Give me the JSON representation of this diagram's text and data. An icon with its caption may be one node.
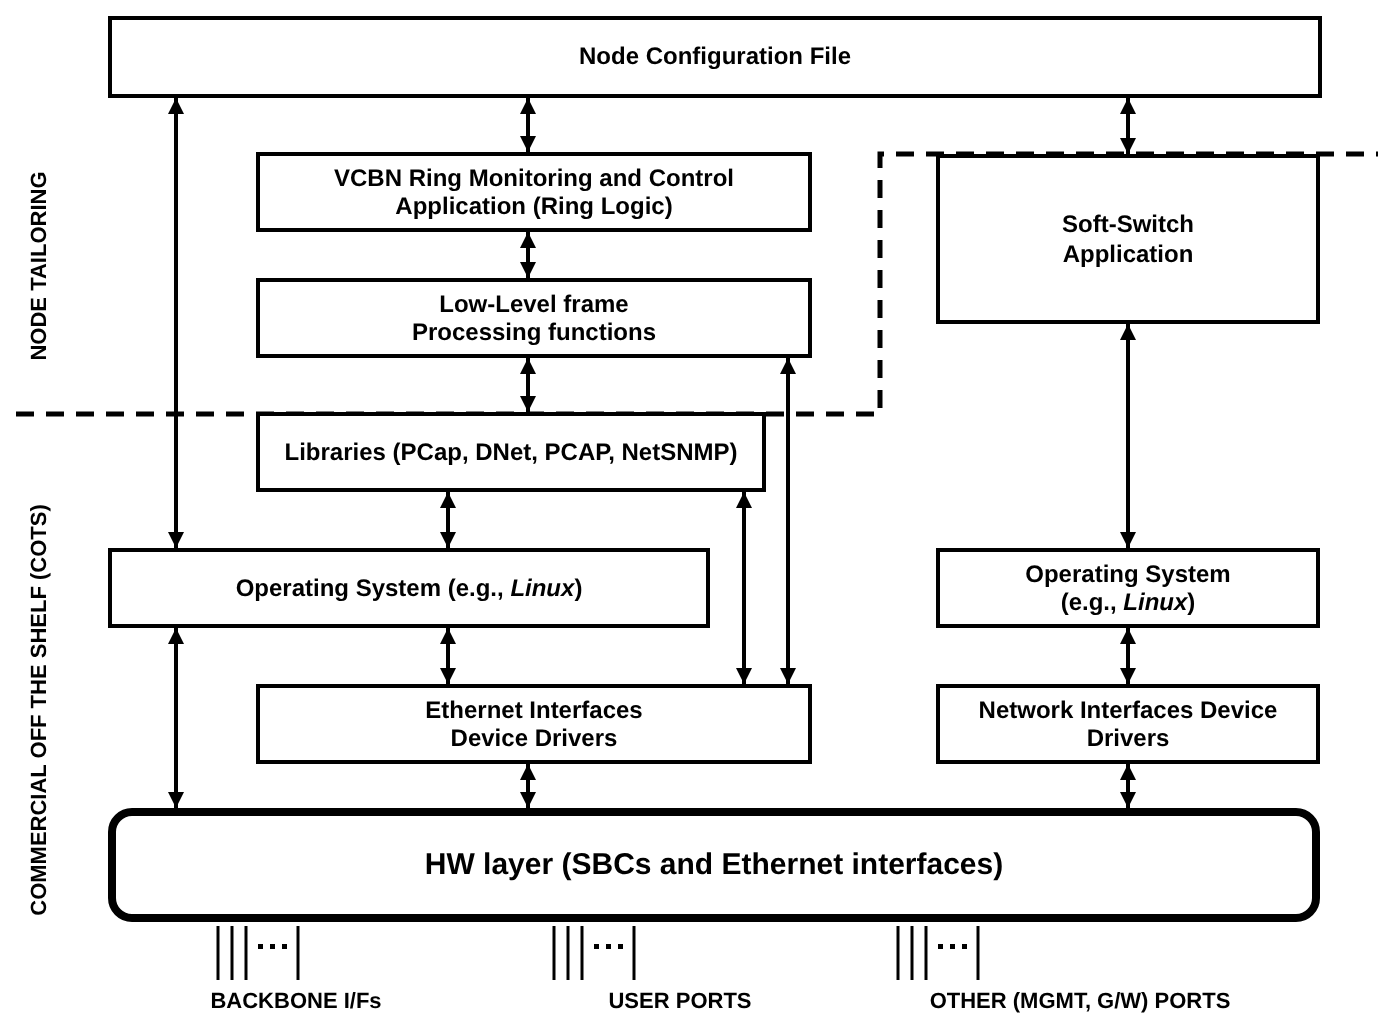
{
  "diagram": {
    "nodes": [
      {
        "text": [
          "Node Configuration File"
        ]
      },
      {
        "text": [
          "VCBN Ring Monitoring and Control Application (Ring Logic)"
        ]
      },
      {
        "text": [
          "Low-Level frame Processing functions"
        ]
      },
      {
        "text": [
          "Libraries (PCap, DNet, PCAP, NetSNMP)"
        ]
      },
      {
        "text": [
          "Operating System (e.g., *Linux*)"
        ]
      },
      {
        "text": [
          "Ethernet Interfaces Device Drivers"
        ]
      },
      {
        "text": [
          "Soft-Switch Application"
        ]
      },
      {
        "text": [
          "Operating System (e.g., *Linux*)"
        ]
      },
      {
        "text": [
          "Network Interfaces Device Drivers"
        ]
      },
      {
        "text": [
          "HW layer (SBCs and Ethernet interfaces)"
        ]
      }
    ],
    "edges": [
      {
        "from": 0,
        "to": 1,
        "arrow": "both"
      },
      {
        "from": 1,
        "to": 2,
        "arrow": "both"
      },
      {
        "from": 2,
        "to": 3,
        "arrow": "both"
      },
      {
        "from": 0,
        "to": 4,
        "arrow": "both"
      },
      {
        "from": 3,
        "to": 4,
        "arrow": "both"
      },
      {
        "from": 2,
        "to": 5,
        "arrow": "both"
      },
      {
        "from": 3,
        "to": 5,
        "arrow": "both"
      },
      {
        "from": 4,
        "to": 5,
        "arrow": "both"
      },
      {
        "from": 4,
        "to": 9,
        "arrow": "both"
      },
      {
        "from": 5,
        "to": 9,
        "arrow": "both"
      },
      {
        "from": 0,
        "to": 6,
        "arrow": "both"
      },
      {
        "from": 6,
        "to": 7,
        "arrow": "both"
      },
      {
        "from": 7,
        "to": 8,
        "arrow": "both"
      },
      {
        "from": 8,
        "to": 9,
        "arrow": "both"
      }
    ],
    "labels": [
      "NODE TAILORING",
      "COMMERCIAL OFF THE SHELF (COTS)",
      "BACKBONE I/Fs",
      "USER PORTS",
      "OTHER (MGMT, G/W) PORTS"
    ]
  }
}
